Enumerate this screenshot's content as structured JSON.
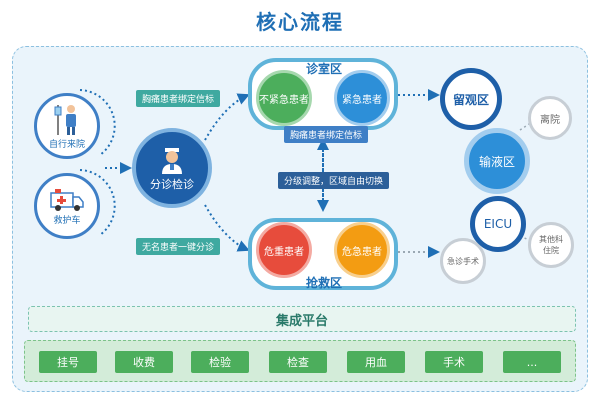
{
  "title": "核心流程",
  "sources": {
    "self": "自行来院",
    "ambulance": "救护车"
  },
  "triage": {
    "label": "分诊检诊",
    "tag_top": "胸痛患者绑定信标",
    "tag_bottom": "无名患者一键分诊"
  },
  "clinic": {
    "title": "诊室区",
    "non_urgent": "不紧急患者",
    "urgent": "紧急患者",
    "tag": "胸痛患者绑定信标"
  },
  "switch_note": "分级调整，区域自由切换",
  "rescue": {
    "title": "抢救区",
    "critical": "危重患者",
    "danger": "危急患者"
  },
  "outcomes": {
    "observation": "留观区",
    "discharge": "离院",
    "infusion": "输液区",
    "eicu": "EICU",
    "surgery": "急诊手术",
    "other": "其他科\n住院"
  },
  "platform": "集成平台",
  "modules": [
    "挂号",
    "收费",
    "检验",
    "检查",
    "用血",
    "手术",
    "..."
  ],
  "colors": {
    "title": "#1f6fb5",
    "accent_blue": "#1f6fb5",
    "green": "#4cae5c",
    "red": "#e74c3c",
    "orange": "#f39c12",
    "teal": "#3fa9a0"
  }
}
